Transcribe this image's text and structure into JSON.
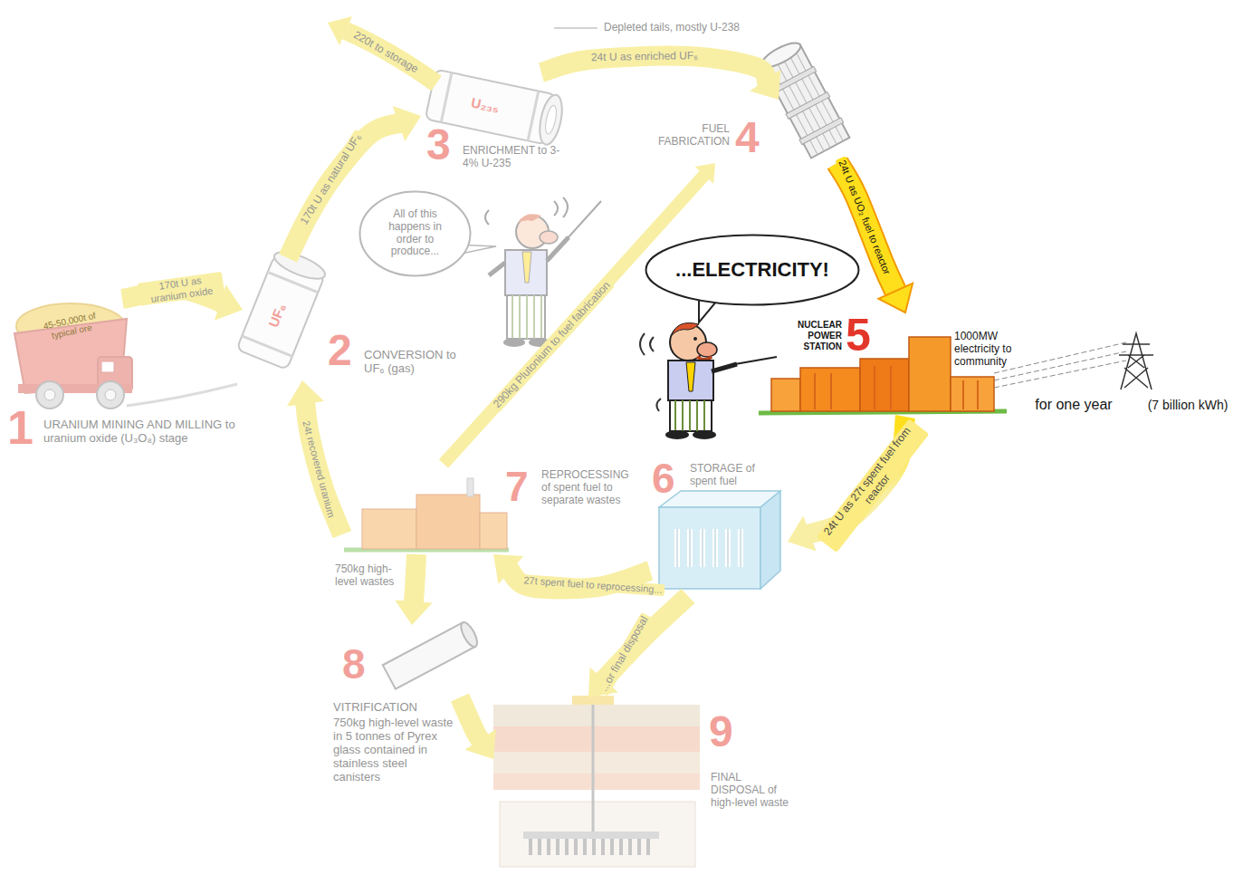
{
  "diagram": {
    "nodes": [
      {
        "text": [
          "1",
          "URANIUM MINING AND MILLING to uranium oxide (U₃O₈) stage"
        ]
      },
      {
        "text": [
          "2",
          "CONVERSION to UF₆ (gas)"
        ]
      },
      {
        "text": [
          "3",
          "ENRICHMENT to 3-4% U-235"
        ]
      },
      {
        "text": [
          "FUEL FABRICATION",
          "4"
        ]
      },
      {
        "text": [
          "NUCLEAR POWER STATION",
          "5"
        ]
      },
      {
        "text": [
          "6",
          "STORAGE of spent fuel"
        ]
      },
      {
        "text": [
          "7",
          "REPROCESSING of spent fuel to separate wastes"
        ]
      },
      {
        "text": [
          "8",
          "VITRIFICATION",
          "750kg high-level waste in 5 tonnes of Pyrex glass contained in stainless steel canisters"
        ]
      },
      {
        "text": [
          "9",
          "FINAL DISPOSAL of high-level waste"
        ]
      },
      {
        "text": [
          "All of this happens in order to produce..."
        ]
      },
      {
        "text": [
          "...ELECTRICITY!"
        ]
      }
    ],
    "edges": [
      {
        "from": 0,
        "to": 1,
        "label": "170t U as uranium oxide",
        "arrow": "to"
      },
      {
        "from": 1,
        "to": 2,
        "label": "170t U as natural UF₆",
        "arrow": "to"
      },
      {
        "from": 2,
        "to": 3,
        "label": "24t U as enriched UF₆",
        "arrow": "to"
      },
      {
        "from": 3,
        "to": 4,
        "label": "24t U as UO₂ fuel to reactor",
        "arrow": "to"
      },
      {
        "from": 4,
        "to": 5,
        "label": "24t U as 27t spent fuel from reactor",
        "arrow": "to"
      },
      {
        "from": 5,
        "to": 6,
        "label": "27t spent fuel to reprocessing...",
        "arrow": "to"
      },
      {
        "from": 5,
        "to": 8,
        "label": "...or final disposal",
        "arrow": "to"
      },
      {
        "from": 6,
        "to": 1,
        "label": "24t recovered uranium",
        "arrow": "to"
      },
      {
        "from": 6,
        "to": 3,
        "label": "290kg Plutonium to fuel fabrication",
        "arrow": "to"
      },
      {
        "from": 6,
        "to": 7,
        "arrow": "to"
      },
      {
        "from": 7,
        "to": 8,
        "arrow": "to"
      }
    ],
    "labels": [
      "45-50,000t of typical ore",
      "UF₆",
      "U₂₃₅",
      "220t to storage",
      "Depleted tails, mostly U-238",
      "1000MW electricity to community",
      "for one year",
      "(7 billion kWh)",
      "750kg high-level wastes"
    ]
  }
}
